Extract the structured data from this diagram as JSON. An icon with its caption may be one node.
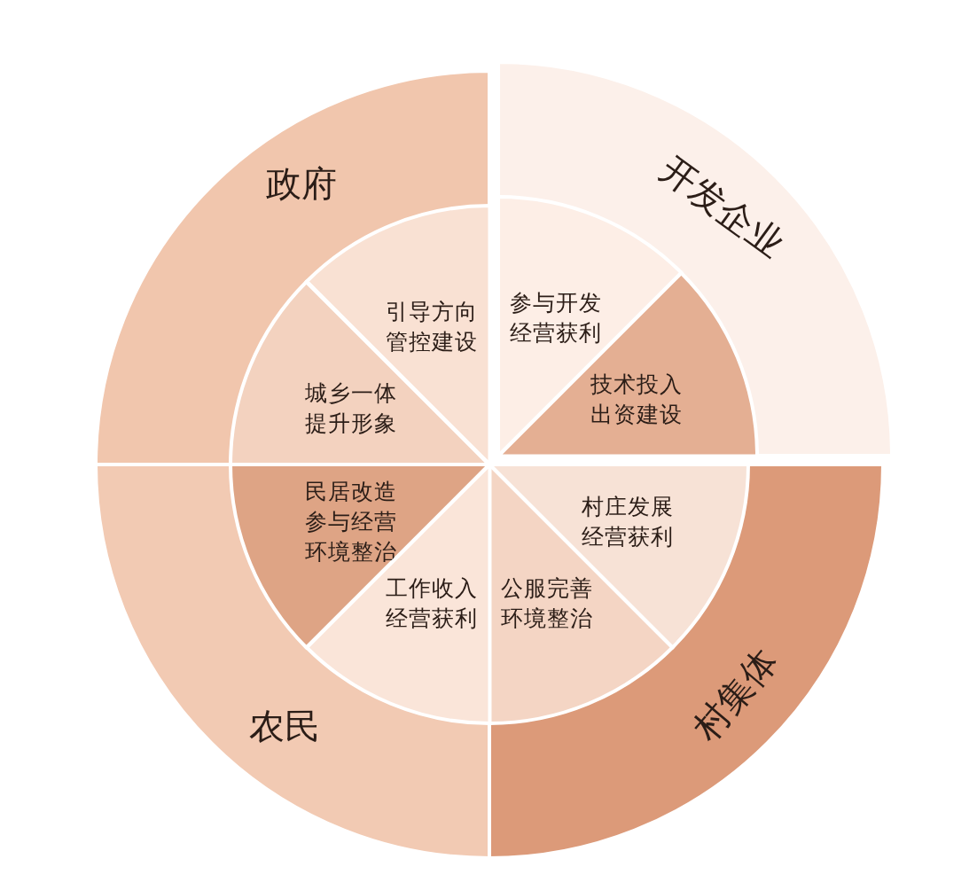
{
  "diagram": {
    "nodes": [
      {
        "text": [
          "政府"
        ]
      },
      {
        "text": [
          "引导方向管控建设"
        ],
        "in": 0
      },
      {
        "text": [
          "城乡一体提升形象"
        ],
        "in": 0
      },
      {
        "text": [
          "开发企业"
        ]
      },
      {
        "text": [
          "参与开发经营获利"
        ],
        "in": 3
      },
      {
        "text": [
          "技术投入出资建设"
        ],
        "in": 3
      },
      {
        "text": [
          "村集体"
        ]
      },
      {
        "text": [
          "村庄发展经营获利"
        ],
        "in": 6
      },
      {
        "text": [
          "公服完善环境整治"
        ],
        "in": 6
      },
      {
        "text": [
          "农民"
        ]
      },
      {
        "text": [
          "民居改造参与经营环境整治"
        ],
        "in": 9
      },
      {
        "text": [
          "工作收入经营获利"
        ],
        "in": 9
      }
    ]
  }
}
